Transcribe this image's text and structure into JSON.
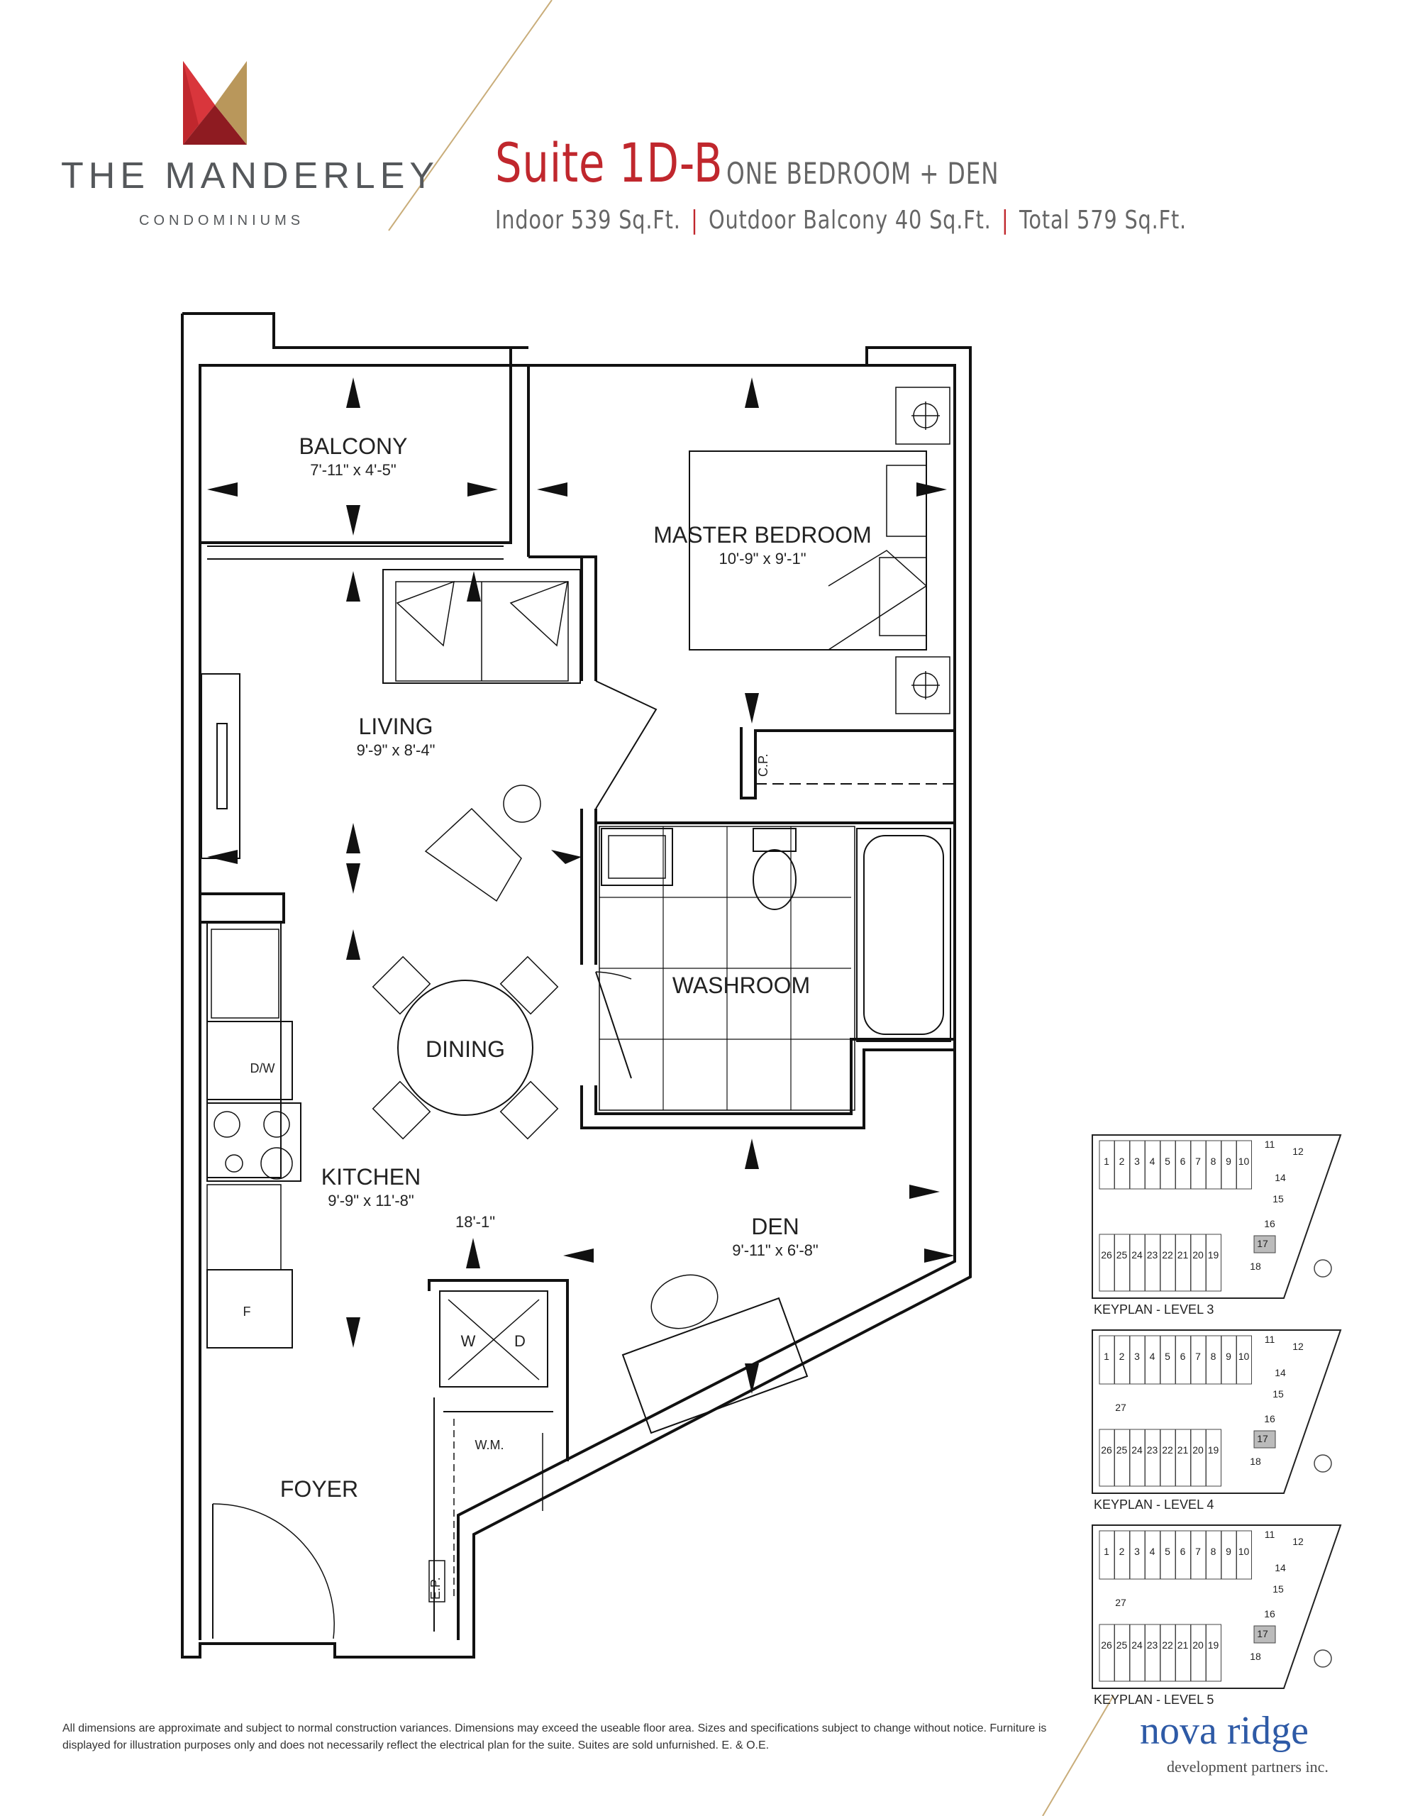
{
  "brand": {
    "name": "THE MANDERLEY",
    "subtitle": "CONDOMINIUMS",
    "colors": {
      "red": "#c0272d",
      "gold": "#b9975b",
      "dark_red": "#8e1b21"
    }
  },
  "suite": {
    "title": "Suite 1D-B",
    "type": "ONE BEDROOM + DEN",
    "indoor": "Indoor 539 Sq.Ft.",
    "outdoor": "Outdoor Balcony 40 Sq.Ft.",
    "total": "Total 579 Sq.Ft.",
    "separator": "|"
  },
  "rooms": {
    "balcony": {
      "name": "BALCONY",
      "dims": "7'-11\" x 4'-5\""
    },
    "master_bedroom": {
      "name": "MASTER BEDROOM",
      "dims": "10'-9\" x 9'-1\""
    },
    "living": {
      "name": "LIVING",
      "dims": "9'-9\" x 8'-4\""
    },
    "washroom": {
      "name": "WASHROOM"
    },
    "dining": {
      "name": "DINING"
    },
    "kitchen": {
      "name": "KITCHEN",
      "dims": "9'-9\" x 11'-8\""
    },
    "den": {
      "name": "DEN",
      "dims": "9'-11\" x 6'-8\""
    },
    "foyer": {
      "name": "FOYER"
    },
    "den_length": "18'-1\""
  },
  "fixtures": {
    "cp": "C.P.",
    "dw": "D/W",
    "fridge": "F",
    "washer": "W",
    "dryer": "D",
    "wm": "W.M.",
    "ep": "E.P."
  },
  "keyplans": [
    {
      "caption": "KEYPLAN - LEVEL 3",
      "has_27": false
    },
    {
      "caption": "KEYPLAN - LEVEL 4",
      "has_27": true
    },
    {
      "caption": "KEYPLAN - LEVEL 5",
      "has_27": true
    }
  ],
  "keyplan_units": {
    "top_row": [
      "1",
      "2",
      "3",
      "4",
      "5",
      "6",
      "7",
      "8",
      "9",
      "10"
    ],
    "bottom_row": [
      "26",
      "25",
      "24",
      "23",
      "22",
      "21",
      "20",
      "19"
    ],
    "right": [
      "11",
      "12",
      "14",
      "15",
      "16",
      "17",
      "18"
    ],
    "extra": "27",
    "highlight": "17"
  },
  "footer": {
    "disclaimer": "All dimensions are approximate and subject to normal construction variances. Dimensions may exceed the useable floor area. Sizes and specifications subject to change without notice. Furniture is displayed for illustration purposes only and does not necessarily reflect the electrical plan for the suite. Suites are sold unfurnished. E. & O.E.",
    "developer": "nova ridge",
    "developer_sub": "development partners inc."
  }
}
